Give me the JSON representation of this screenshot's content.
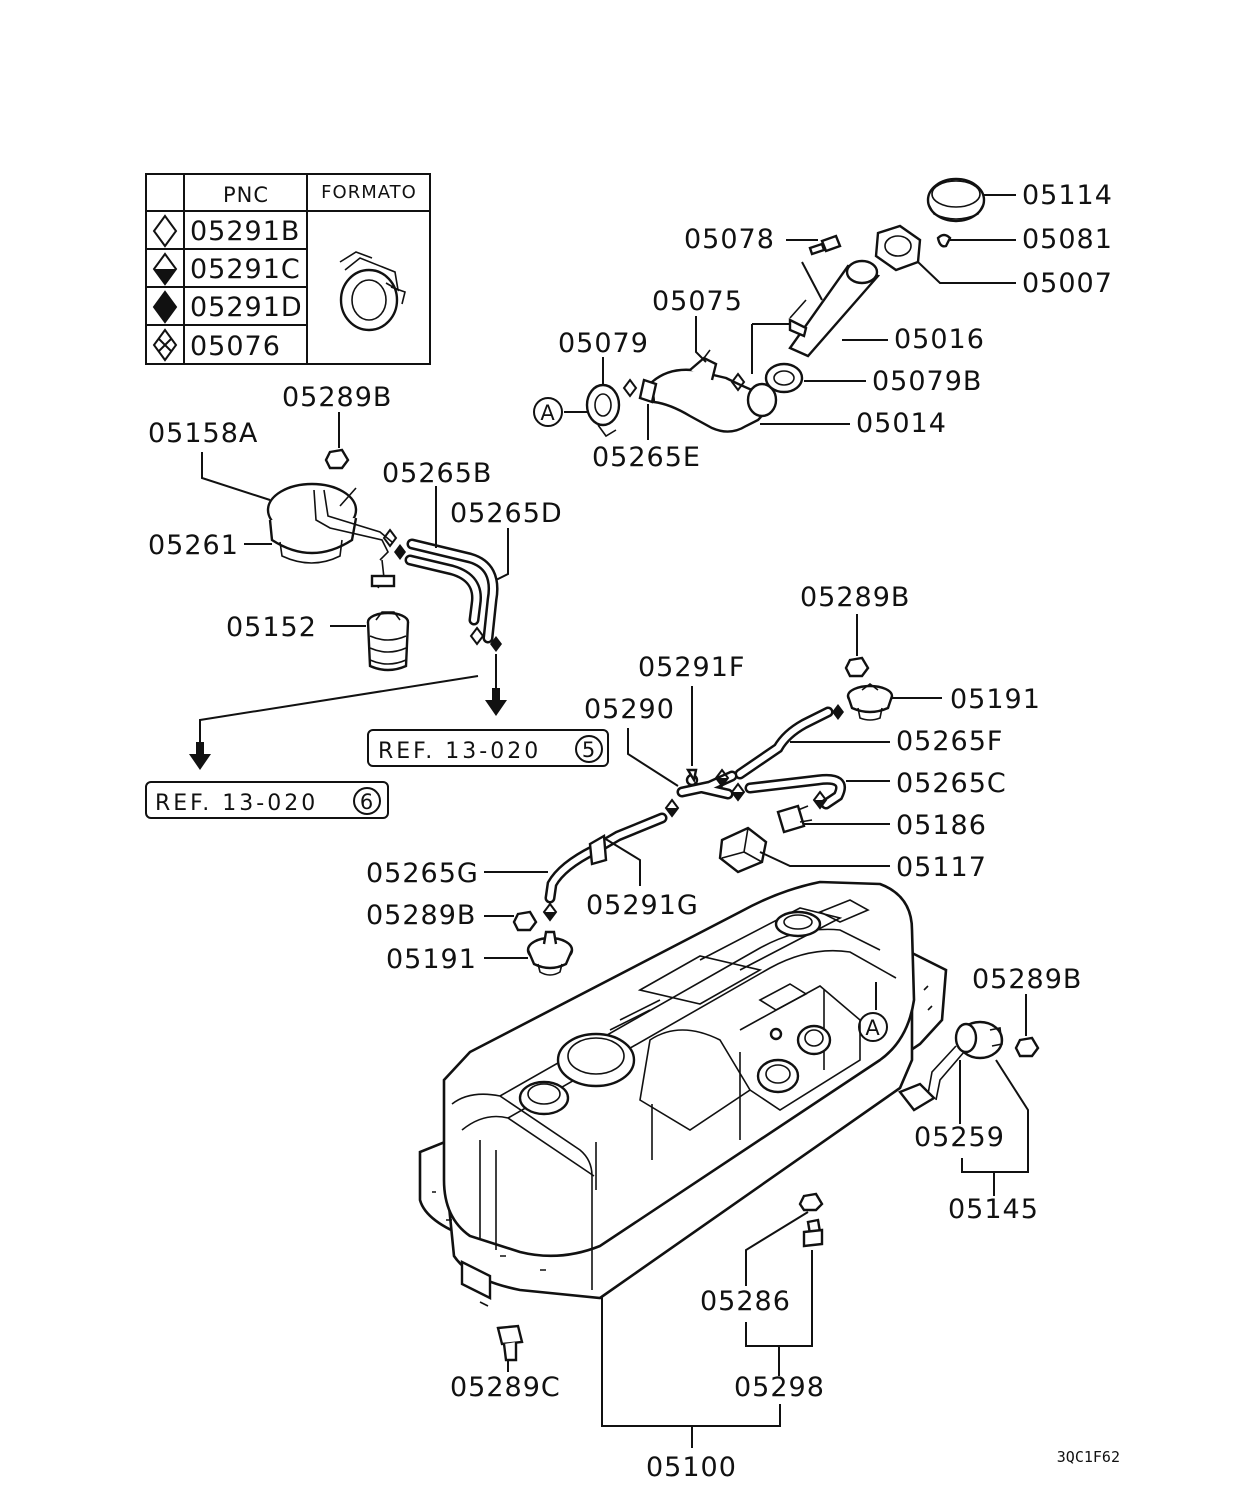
{
  "legend": {
    "headers": {
      "pnc": "PNC",
      "formato": "FORMATO"
    },
    "rows": [
      {
        "symbol": "diamond-outline-icon",
        "pnc": "05291B"
      },
      {
        "symbol": "diamond-half-icon",
        "pnc": "05291C"
      },
      {
        "symbol": "diamond-filled-icon",
        "pnc": "05291D"
      },
      {
        "symbol": "diamond-cross-icon",
        "pnc": "05076"
      }
    ]
  },
  "parts": {
    "p05114": "05114",
    "p05078": "05078",
    "p05081": "05081",
    "p05007": "05007",
    "p05075": "05075",
    "p05016": "05016",
    "p05079": "05079",
    "p05079B": "05079B",
    "p05014": "05014",
    "p05265E": "05265E",
    "p05289B_top": "05289B",
    "p05158A": "05158A",
    "p05265B": "05265B",
    "p05265D": "05265D",
    "p05261": "05261",
    "p05152": "05152",
    "p05289B_mid": "05289B",
    "p05291F": "05291F",
    "p05191_top": "05191",
    "p05290": "05290",
    "p05265F": "05265F",
    "p05265C": "05265C",
    "p05186": "05186",
    "p05117": "05117",
    "p05265G": "05265G",
    "p05291G": "05291G",
    "p05289B_left": "05289B",
    "p05191_left": "05191",
    "p05289B_right": "05289B",
    "p05259": "05259",
    "p05145": "05145",
    "p05286": "05286",
    "p05298": "05298",
    "p05289C": "05289C",
    "p05100": "05100"
  },
  "refs": {
    "ref5": {
      "text": "REF. 13-020",
      "num": "5"
    },
    "ref6": {
      "text": "REF. 13-020",
      "num": "6"
    }
  },
  "callout_letter": "A",
  "diagram_code": "3QC1F62"
}
